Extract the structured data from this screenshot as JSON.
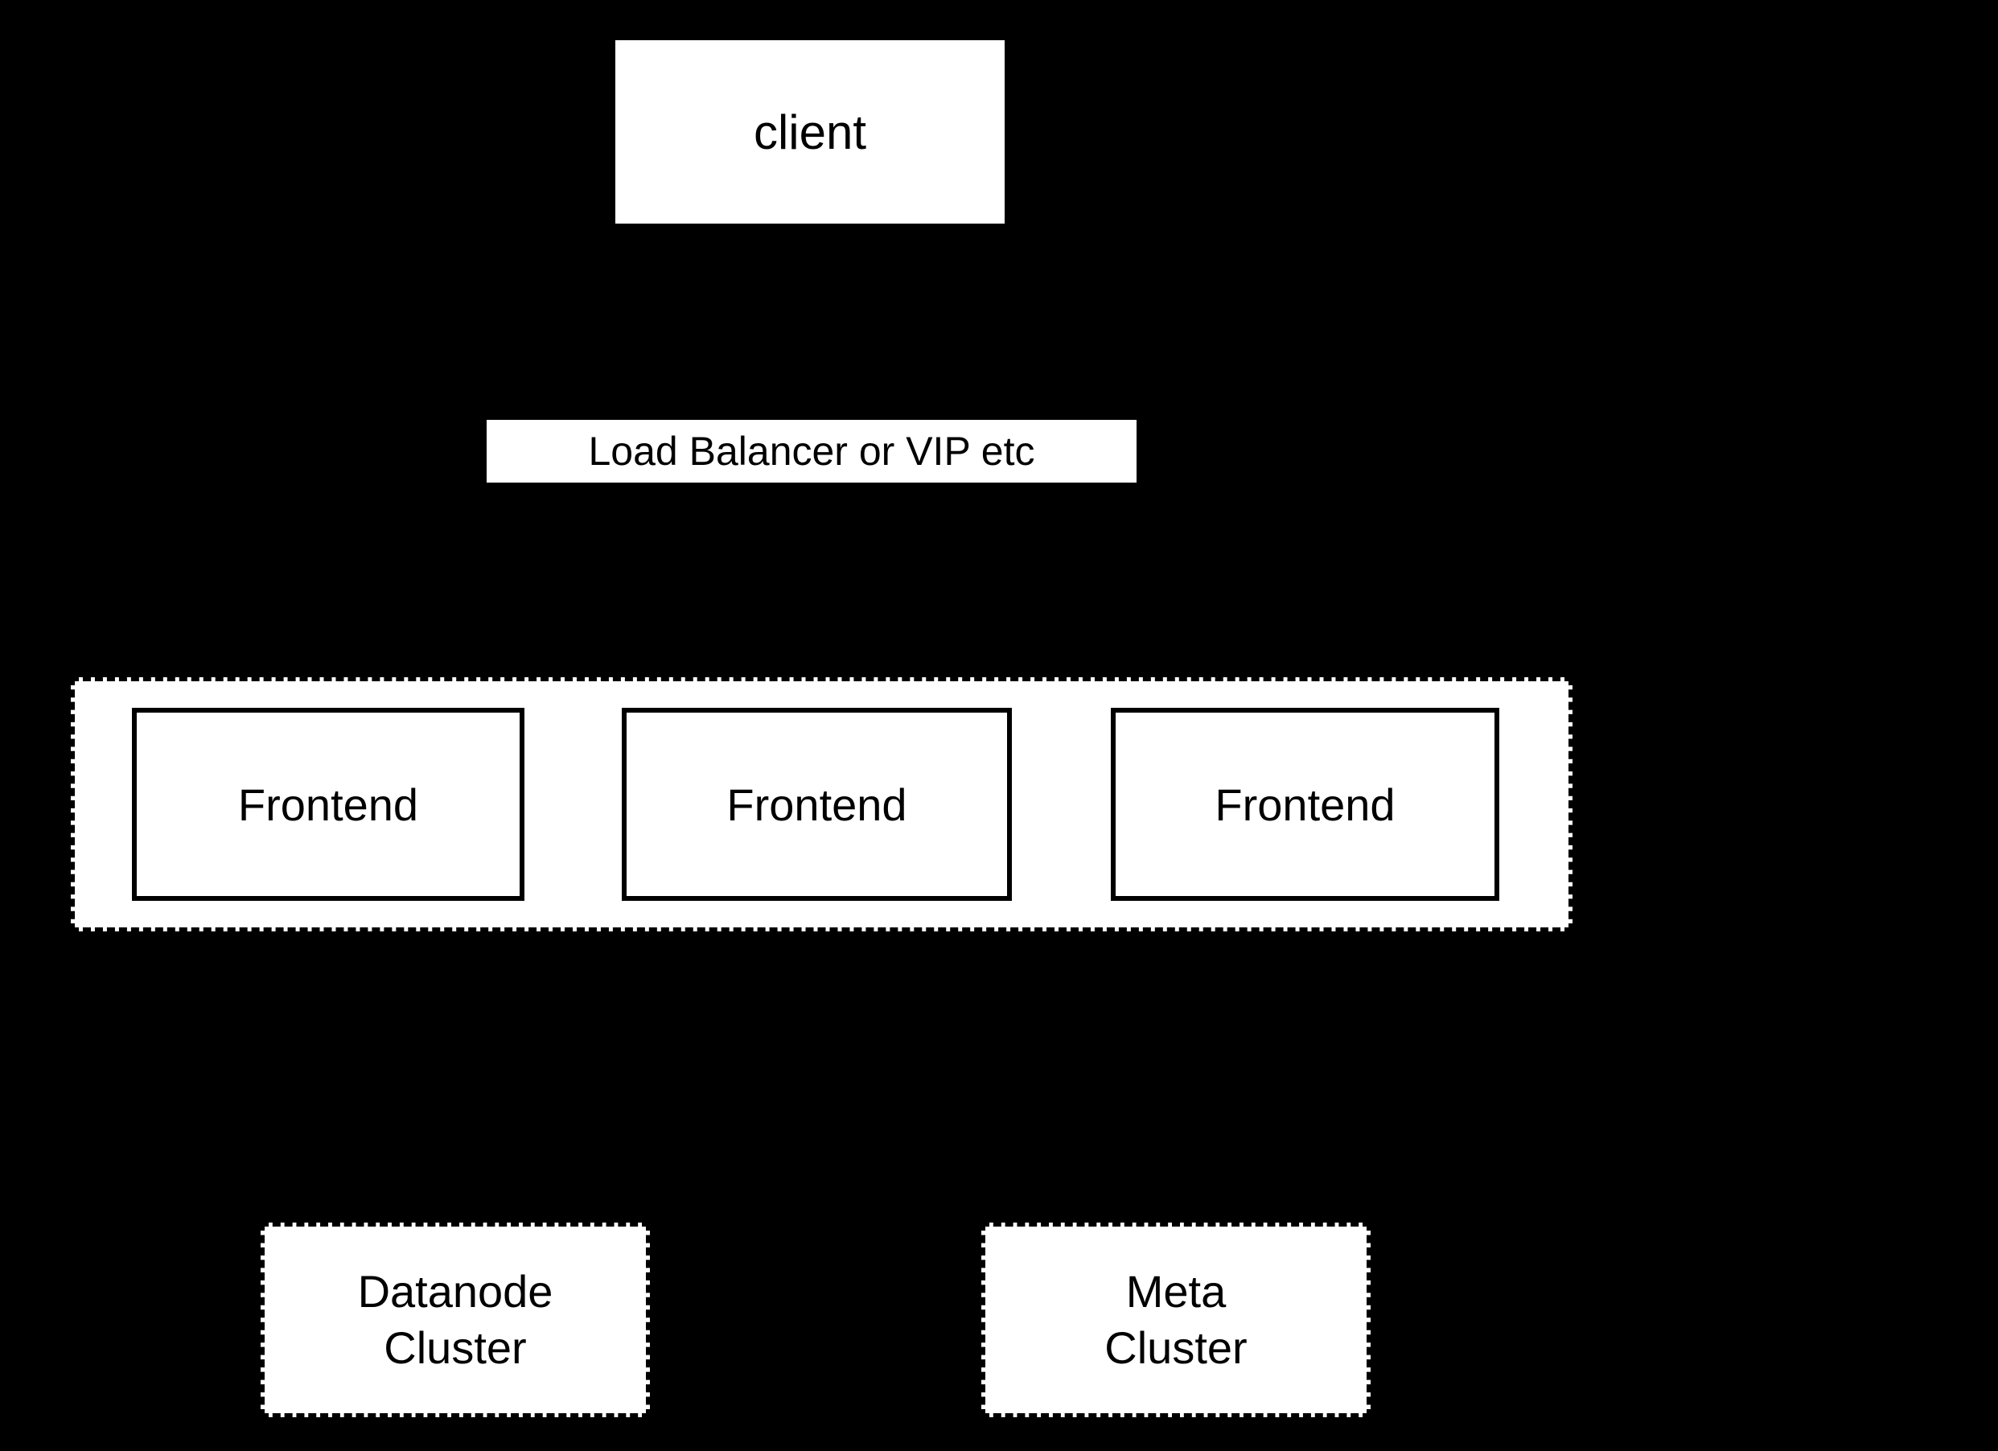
{
  "diagram": {
    "colors": {
      "background": "#000000",
      "node_fill": "#ffffff",
      "stroke": "#000000",
      "text": "#000000"
    },
    "nodes": {
      "client": {
        "label": "client"
      },
      "load_balancer": {
        "label": "Load Balancer or VIP etc"
      },
      "frontend_group": {
        "frontends": [
          {
            "label": "Frontend"
          },
          {
            "label": "Frontend"
          },
          {
            "label": "Frontend"
          }
        ]
      },
      "datanode_cluster": {
        "label": "Datanode\nCluster"
      },
      "meta_cluster": {
        "label": "Meta\nCluster"
      }
    }
  }
}
